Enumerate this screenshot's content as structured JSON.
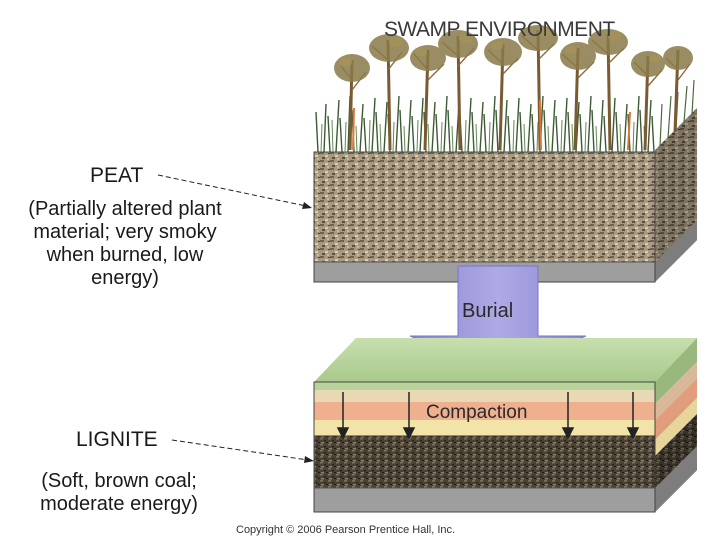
{
  "diagram": {
    "swamp_label": "SWAMP ENVIRONMENT",
    "peat": {
      "title": "PEAT",
      "description": "(Partially altered plant material; very smoky when burned, low energy)"
    },
    "burial_label": "Burial",
    "compaction_label": "Compaction",
    "lignite": {
      "title": "LIGNITE",
      "description": "(Soft, brown coal; moderate energy)"
    },
    "copyright": "Copyright © 2006 Pearson Prentice Hall, Inc."
  },
  "colors": {
    "peat": "#a89a80",
    "lignite": "#4a4234",
    "bedrock": "#9e9e9e",
    "sediment_green": "#b7d39a",
    "sediment_tan": "#e8d8b4",
    "sediment_salmon": "#eeb08e",
    "sediment_cream": "#f2e4a8",
    "arrow": "#9c97dc"
  }
}
